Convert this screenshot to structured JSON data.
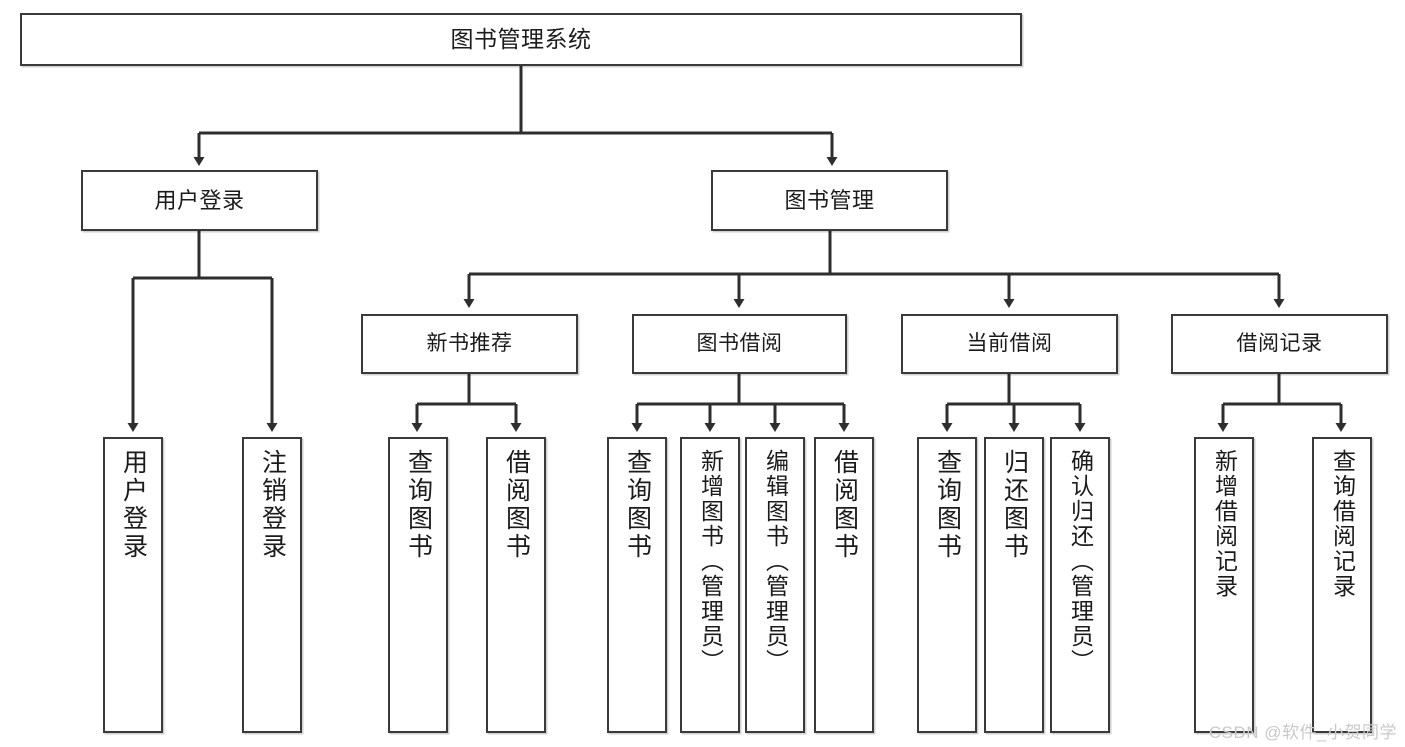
{
  "diagram": {
    "type": "tree-hierarchy",
    "title": "图书管理系统",
    "watermark": "CSDN @软件_小贺同学",
    "colors": {
      "box_border": "#3a3a3a",
      "box_fill": "#ffffff",
      "edge": "#2e2e2e",
      "text": "#1b1b1b",
      "watermark": "#c9c9c9"
    },
    "nodes": {
      "root": {
        "label": "图书管理系统"
      },
      "level2": [
        {
          "label": "用户登录"
        },
        {
          "label": "图书管理"
        }
      ],
      "level3": [
        {
          "label": "新书推荐"
        },
        {
          "label": "图书借阅"
        },
        {
          "label": "当前借阅"
        },
        {
          "label": "借阅记录"
        }
      ],
      "leaves": [
        {
          "label": "用户登录",
          "parent": "用户登录"
        },
        {
          "label": "注销登录",
          "parent": "用户登录"
        },
        {
          "label": "查询图书",
          "parent": "新书推荐"
        },
        {
          "label": "借阅图书",
          "parent": "新书推荐"
        },
        {
          "label": "查询图书",
          "parent": "图书借阅"
        },
        {
          "label": "新增图书（管理员）",
          "parent": "图书借阅"
        },
        {
          "label": "编辑图书（管理员）",
          "parent": "图书借阅"
        },
        {
          "label": "借阅图书",
          "parent": "图书借阅"
        },
        {
          "label": "查询图书",
          "parent": "当前借阅"
        },
        {
          "label": "归还图书",
          "parent": "当前借阅"
        },
        {
          "label": "确认归还（管理员）",
          "parent": "当前借阅"
        },
        {
          "label": "新增借阅记录",
          "parent": "借阅记录"
        },
        {
          "label": "查询借阅记录",
          "parent": "借阅记录"
        }
      ]
    }
  }
}
